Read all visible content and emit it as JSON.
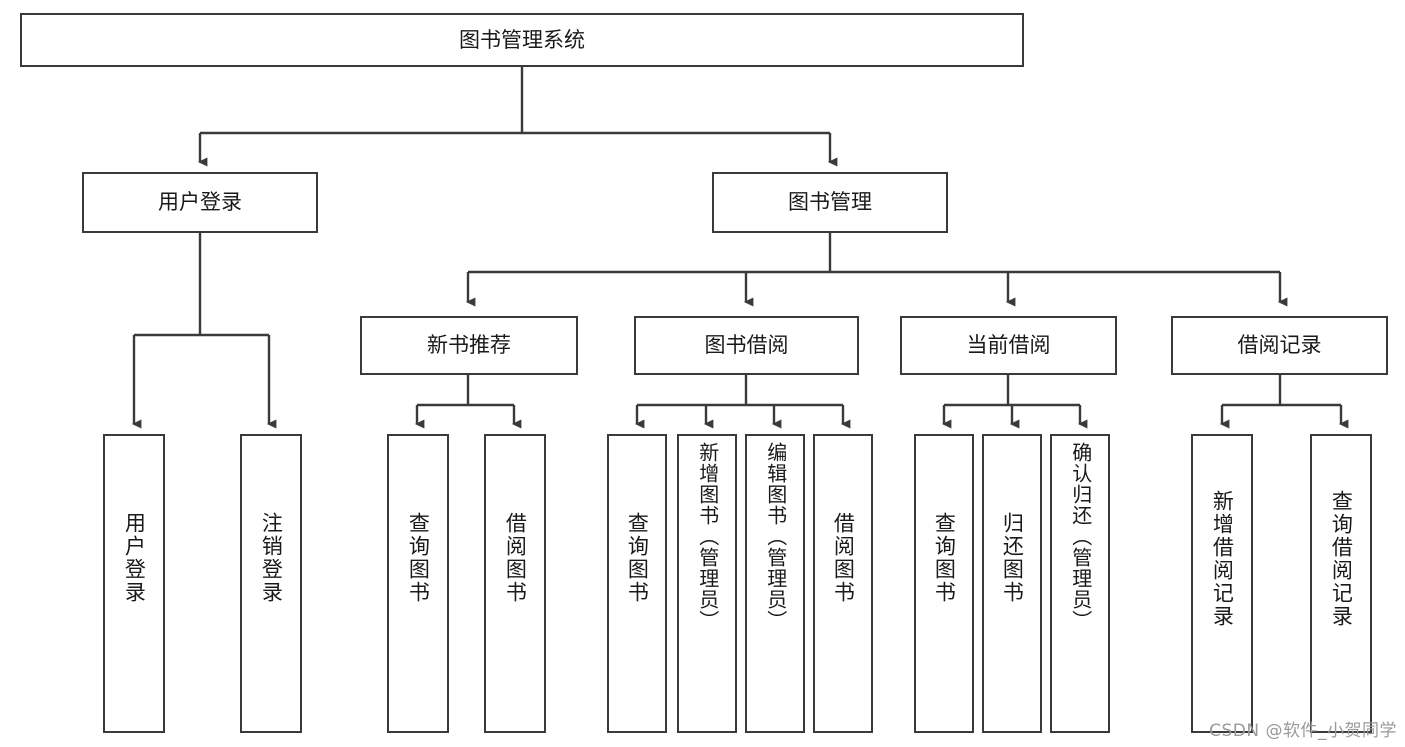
{
  "diagram": {
    "title": "图书管理系统",
    "type": "tree",
    "orientation": "top-down",
    "colors": {
      "box_border": "#3a3a3a",
      "box_fill": "#ffffff",
      "edge": "#3a3a3a",
      "text": "#1a1a1a",
      "watermark": "#9a9a9a",
      "background": "#ffffff"
    },
    "root": {
      "label": "图书管理系统"
    },
    "level2": [
      {
        "label": "用户登录"
      },
      {
        "label": "图书管理"
      }
    ],
    "level3": [
      {
        "label": "新书推荐"
      },
      {
        "label": "图书借阅"
      },
      {
        "label": "当前借阅"
      },
      {
        "label": "借阅记录"
      }
    ],
    "leaves": {
      "user_login": [
        {
          "label": "用户登录"
        },
        {
          "label": "注销登录"
        }
      ],
      "new_book": [
        {
          "label": "查询图书"
        },
        {
          "label": "借阅图书"
        }
      ],
      "borrow_book": [
        {
          "label": "查询图书"
        },
        {
          "label": "新增图书（管理员）"
        },
        {
          "label": "编辑图书（管理员）"
        },
        {
          "label": "借阅图书"
        }
      ],
      "current_borrow": [
        {
          "label": "查询图书"
        },
        {
          "label": "归还图书"
        },
        {
          "label": "确认归还（管理员）"
        }
      ],
      "borrow_record": [
        {
          "label": "新增借阅记录"
        },
        {
          "label": "查询借阅记录"
        }
      ]
    },
    "watermark": "CSDN @软件_小贺同学"
  }
}
